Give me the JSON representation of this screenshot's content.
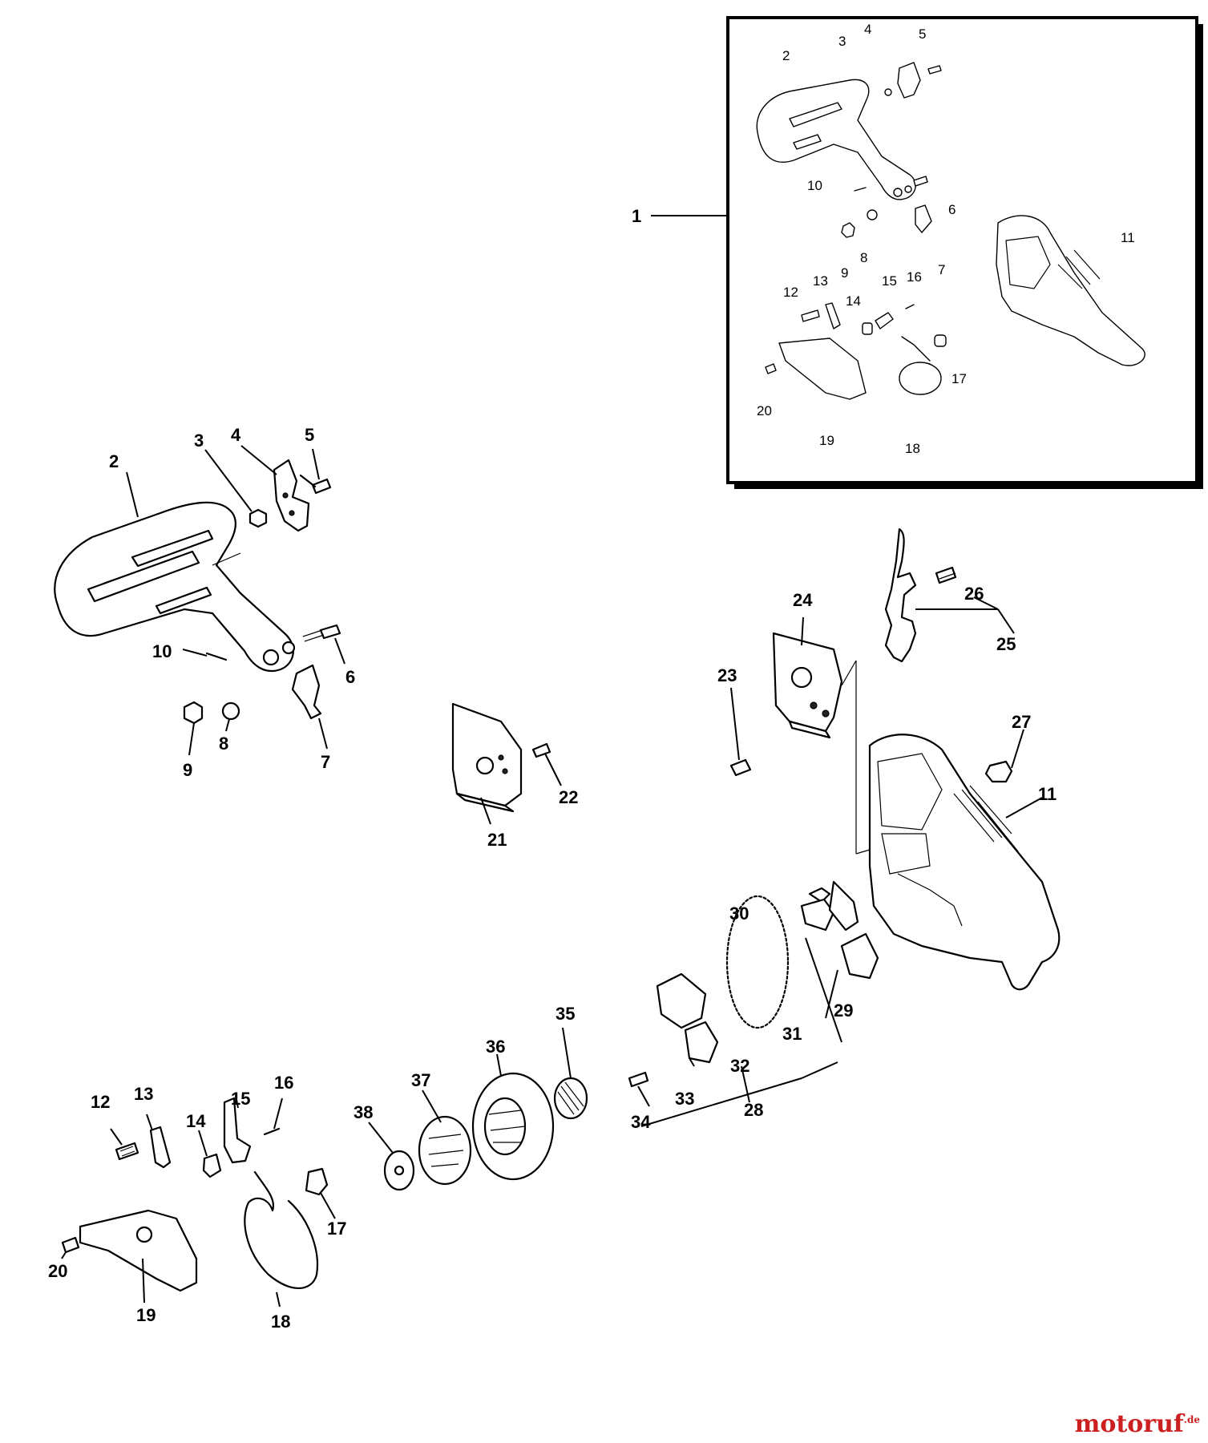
{
  "watermark": {
    "text": "motoruf",
    "tld": ".de"
  },
  "inset": {
    "callout_label": "1",
    "labels": [
      "2",
      "3",
      "4",
      "5",
      "6",
      "7",
      "8",
      "9",
      "10",
      "11",
      "12",
      "13",
      "14",
      "15",
      "16",
      "17",
      "18",
      "19",
      "20"
    ]
  },
  "main": {
    "labels": [
      "2",
      "3",
      "4",
      "5",
      "6",
      "7",
      "8",
      "9",
      "10",
      "11",
      "12",
      "13",
      "14",
      "15",
      "16",
      "17",
      "18",
      "19",
      "20",
      "21",
      "22",
      "23",
      "24",
      "25",
      "26",
      "27",
      "28",
      "29",
      "30",
      "31",
      "32",
      "33",
      "34",
      "35",
      "36",
      "37",
      "38"
    ]
  }
}
